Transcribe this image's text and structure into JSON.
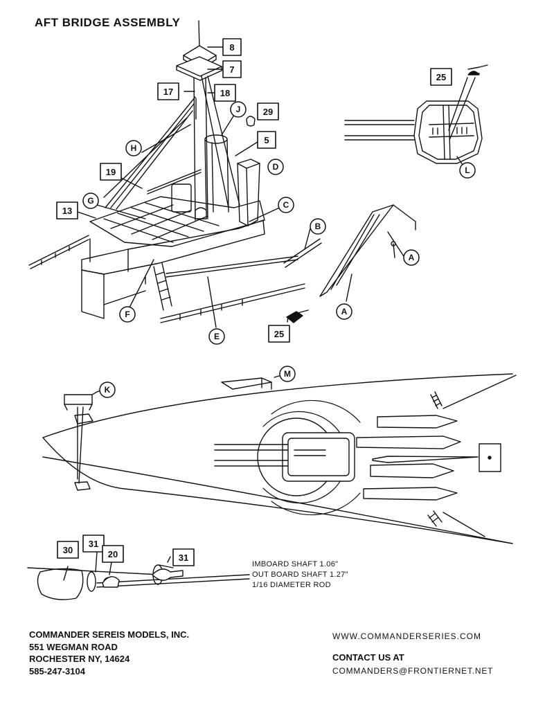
{
  "title": "AFT BRIDGE ASSEMBLY",
  "labels": {
    "p8": "8",
    "p7": "7",
    "p17": "17",
    "p18": "18",
    "p29": "29",
    "p5": "5",
    "p19": "19",
    "p13": "13",
    "p25a": "25",
    "p25b": "25",
    "p30": "30",
    "p31a": "31",
    "p20": "20",
    "p31b": "31",
    "cJ": "J",
    "cH": "H",
    "cD": "D",
    "cG": "G",
    "cC": "C",
    "cB": "B",
    "cA1": "A",
    "cA2": "A",
    "cF": "F",
    "cE": "E",
    "cL": "L",
    "cM": "M",
    "cK": "K"
  },
  "shaft_notes": [
    "IMBOARD SHAFT 1.06\"",
    "OUT BOARD SHAFT 1.27\"",
    "1/16 DIAMETER ROD"
  ],
  "company": {
    "name": "COMMANDER SEREIS MODELS, INC.",
    "street": "551 WEGMAN ROAD",
    "city": "ROCHESTER NY, 14624",
    "phone": "585-247-3104"
  },
  "website": "WWW.COMMANDERSERIES.COM",
  "contact_heading": "CONTACT US AT",
  "email": "COMMANDERS@FRONTIERNET.NET"
}
